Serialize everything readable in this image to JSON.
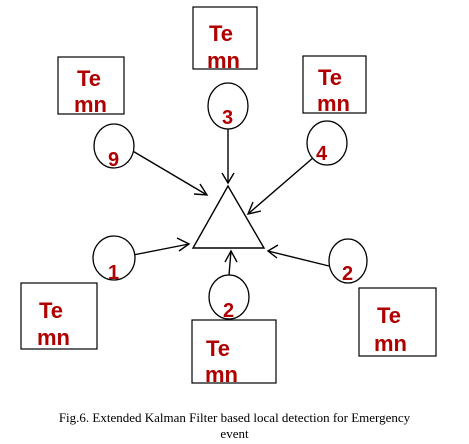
{
  "diagram": {
    "sensor_label_line1": "Te",
    "sensor_label_line2": "mn",
    "nodes": [
      "3",
      "9",
      "4",
      "1",
      "2",
      "2"
    ],
    "caption_line1": "Fig.6. Extended Kalman Filter based local detection for Emergency",
    "caption_line2": "event"
  }
}
